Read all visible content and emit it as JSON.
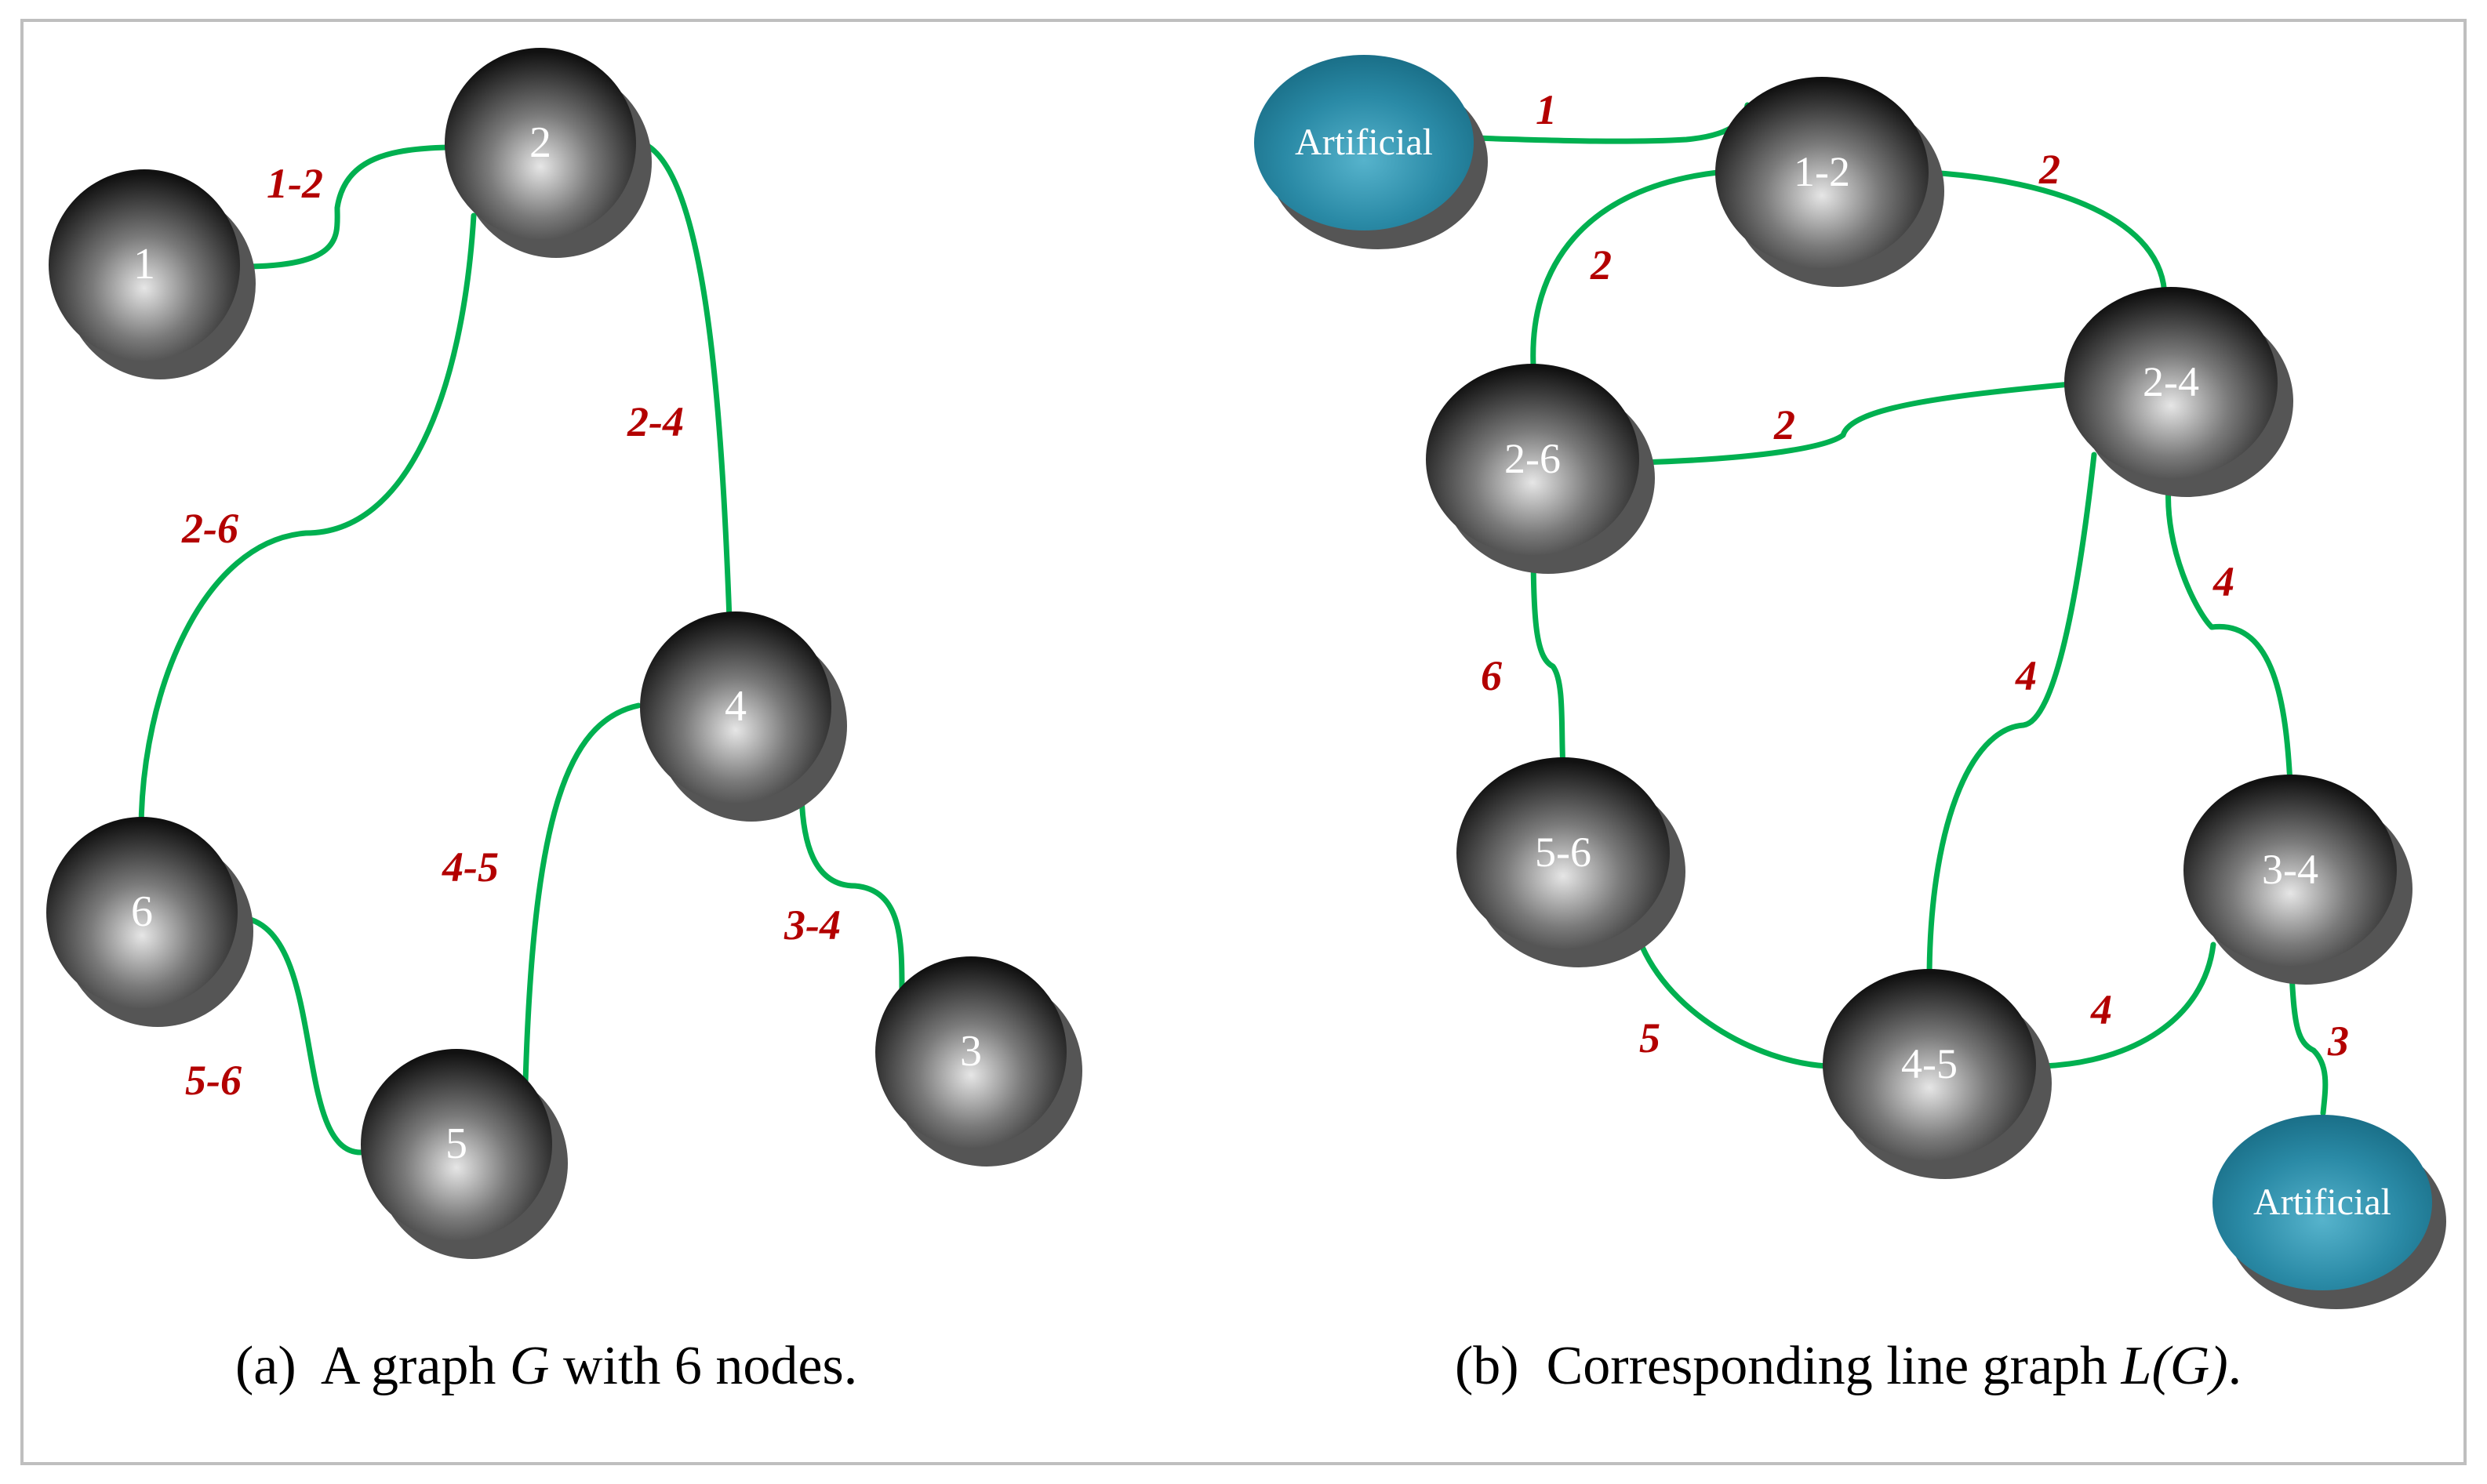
{
  "colors": {
    "node_dark": "#111111",
    "node_light": "#e6e6e6",
    "artificial_node": "#2a8aa6",
    "edge": "#00b050",
    "edge_label": "#b30000",
    "frame": "#bfbfbf"
  },
  "panel_a": {
    "nodes": [
      "1",
      "2",
      "3",
      "4",
      "5",
      "6"
    ],
    "edge_labels": [
      "1-2",
      "2-4",
      "2-6",
      "3-4",
      "4-5",
      "5-6"
    ],
    "caption_prefix": "(a)  A graph ",
    "caption_italic": "G",
    "caption_suffix": " with 6 nodes."
  },
  "panel_b": {
    "nodes": [
      "Artificial",
      "1-2",
      "2-4",
      "2-6",
      "5-6",
      "3-4",
      "4-5",
      "Artificial"
    ],
    "edge_labels": [
      "1",
      "2",
      "2",
      "2",
      "4",
      "4",
      "6",
      "5",
      "4",
      "3"
    ],
    "caption_prefix": "(b)  Corresponding line graph ",
    "caption_italic": "L(G)",
    "caption_suffix": "."
  }
}
